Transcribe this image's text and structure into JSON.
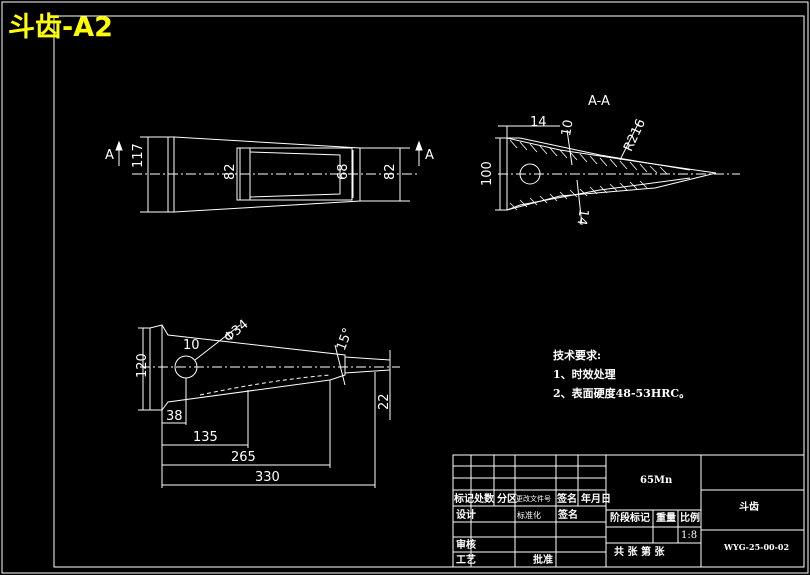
{
  "title": "斗齿-A2",
  "view_left": {
    "section_mark": "A",
    "dims": {
      "d117": "117",
      "d82a": "82",
      "d68": "68",
      "d82b": "82"
    }
  },
  "view_section": {
    "label": "A-A",
    "dims": {
      "d14a": "14",
      "d10": "10",
      "r216": "R216",
      "d100": "100",
      "d14b": "14"
    }
  },
  "view_bottom": {
    "dims": {
      "dia34": "Φ34",
      "d10": "10",
      "d15": "15°",
      "d120": "120",
      "d38": "38",
      "d22": "22",
      "d135": "135",
      "d265": "265",
      "d330": "330"
    }
  },
  "tech_requirements": {
    "heading": "技术要求:",
    "items": [
      "1、时效处理",
      "2、表面硬度48-53HRC。"
    ]
  },
  "title_block": {
    "material": "65Mn",
    "part_name": "斗齿",
    "drawing_no": "WYG-25-00-02",
    "scale_value": "1:8",
    "row_headers": [
      "标记",
      "处数",
      "分区",
      "更改文件号",
      "签名",
      "年月日"
    ],
    "design": "设计",
    "std": "标准化",
    "sign": "签名",
    "stage_mark": "阶段标记",
    "weight": "重量",
    "scale": "比例",
    "review": "审核",
    "process": "工艺",
    "approve": "批准",
    "sheets": "共  张  第  张"
  }
}
